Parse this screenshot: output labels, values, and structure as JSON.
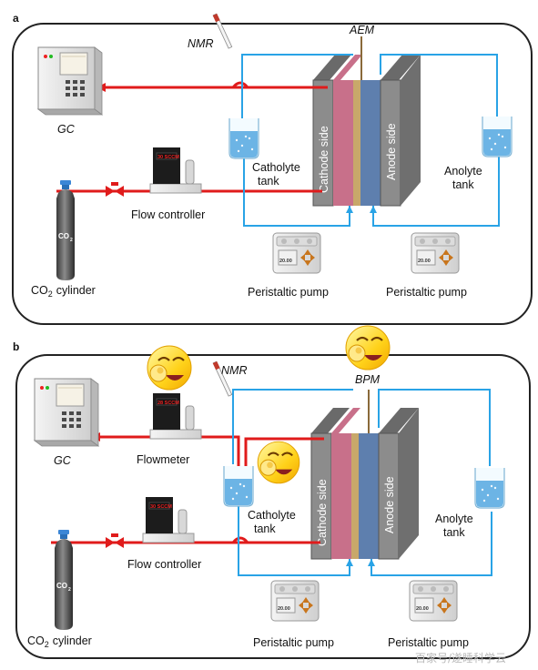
{
  "panels": [
    {
      "letter": "a",
      "gc": "GC",
      "nmr": "NMR",
      "membrane": "AEM",
      "cathode_side": "Cathode side",
      "anode_side": "Anode side",
      "catholyte": [
        "Catholyte",
        "tank"
      ],
      "anolyte": [
        "Anolyte",
        "tank"
      ],
      "flow_controller": "Flow controller",
      "flow_display": "30 SCCM",
      "cylinder_label": "CO",
      "cylinder_caption": "cylinder",
      "pump_left": "Peristaltic pump",
      "pump_right": "Peristaltic pump",
      "pump_display": "20.00"
    },
    {
      "letter": "b",
      "gc": "GC",
      "nmr": "NMR",
      "membrane": "BPM",
      "cathode_side": "Cathode side",
      "anode_side": "Anode side",
      "catholyte": [
        "Catholyte",
        "tank"
      ],
      "anolyte": [
        "Anolyte",
        "tank"
      ],
      "flowmeter": "Flowmeter",
      "flowmeter_display": "28 SCCM",
      "flow_controller": "Flow controller",
      "flow_display": "30 SCCM",
      "cylinder_label": "CO",
      "cylinder_caption": "cylinder",
      "pump_left": "Peristaltic pump",
      "pump_right": "Peristaltic pump",
      "pump_display": "20.00"
    }
  ],
  "subscript_2": "2",
  "watermark": "百家号/遂睡科学云",
  "colors": {
    "gas_line": "#e01b1b",
    "liquid_line": "#29a3e6",
    "frame": "#222222",
    "catholyte_chamber": "#c8708a",
    "membrane": "#c8a86a",
    "anode_chamber": "#5e7fae"
  }
}
